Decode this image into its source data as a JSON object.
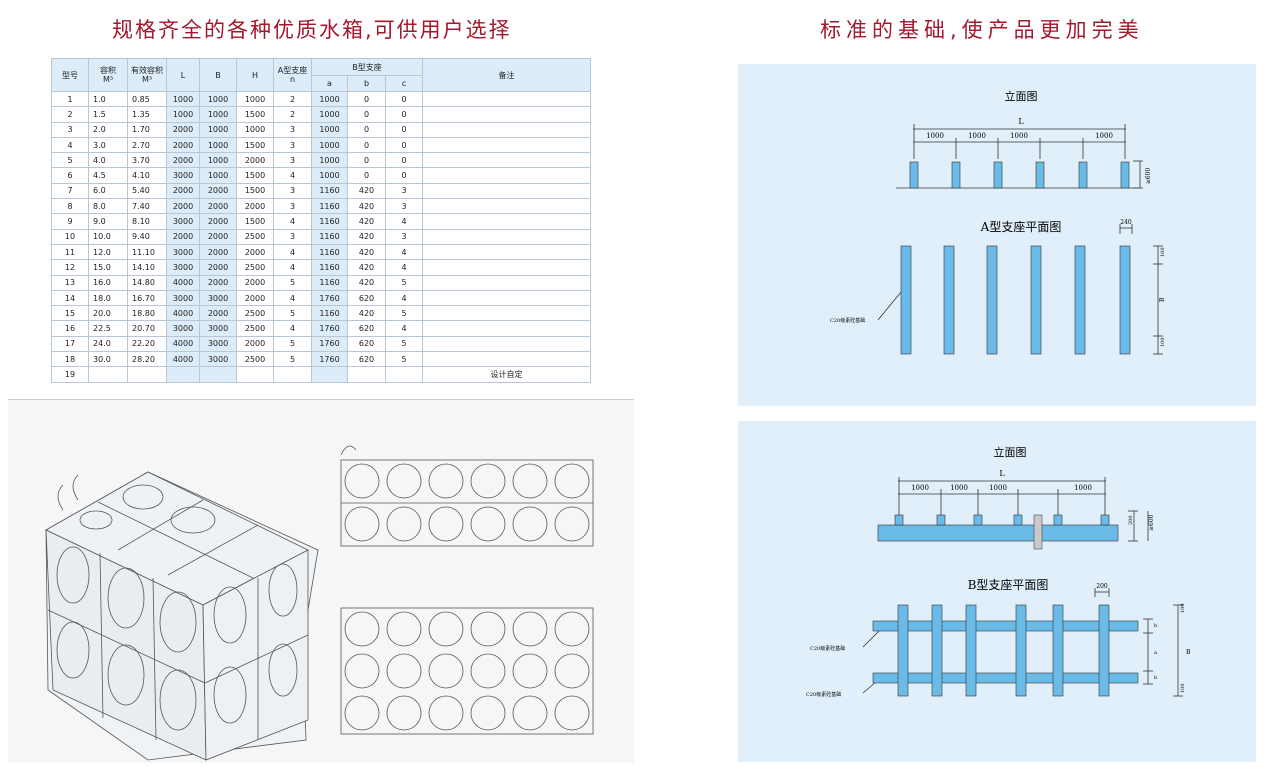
{
  "titles": {
    "left": "规格齐全的各种优质水箱,可供用户选择",
    "right": "标准的基础,使产品更加完美"
  },
  "table": {
    "headers": {
      "model": "型号",
      "volume": "容积",
      "volume_unit": "M³",
      "eff_volume": "有效容积",
      "eff_unit": "M³",
      "L": "L",
      "B": "B",
      "H": "H",
      "a_support": "A型支座",
      "a_support_sub": "n",
      "b_support": "B型支座",
      "b_a": "a",
      "b_b": "b",
      "b_c": "c",
      "remarks": "备注"
    },
    "rows": [
      [
        "1",
        "1.0",
        "0.85",
        "1000",
        "1000",
        "1000",
        "2",
        "1000",
        "0",
        "0",
        ""
      ],
      [
        "2",
        "1.5",
        "1.35",
        "1000",
        "1000",
        "1500",
        "2",
        "1000",
        "0",
        "0",
        ""
      ],
      [
        "3",
        "2.0",
        "1.70",
        "2000",
        "1000",
        "1000",
        "3",
        "1000",
        "0",
        "0",
        ""
      ],
      [
        "4",
        "3.0",
        "2.70",
        "2000",
        "1000",
        "1500",
        "3",
        "1000",
        "0",
        "0",
        ""
      ],
      [
        "5",
        "4.0",
        "3.70",
        "2000",
        "1000",
        "2000",
        "3",
        "1000",
        "0",
        "0",
        ""
      ],
      [
        "6",
        "4.5",
        "4.10",
        "3000",
        "1000",
        "1500",
        "4",
        "1000",
        "0",
        "0",
        ""
      ],
      [
        "7",
        "6.0",
        "5.40",
        "2000",
        "2000",
        "1500",
        "3",
        "1160",
        "420",
        "3",
        ""
      ],
      [
        "8",
        "8.0",
        "7.40",
        "2000",
        "2000",
        "2000",
        "3",
        "1160",
        "420",
        "3",
        ""
      ],
      [
        "9",
        "9.0",
        "8.10",
        "3000",
        "2000",
        "1500",
        "4",
        "1160",
        "420",
        "4",
        ""
      ],
      [
        "10",
        "10.0",
        "9.40",
        "2000",
        "2000",
        "2500",
        "3",
        "1160",
        "420",
        "3",
        ""
      ],
      [
        "11",
        "12.0",
        "11.10",
        "3000",
        "2000",
        "2000",
        "4",
        "1160",
        "420",
        "4",
        ""
      ],
      [
        "12",
        "15.0",
        "14.10",
        "3000",
        "2000",
        "2500",
        "4",
        "1160",
        "420",
        "4",
        ""
      ],
      [
        "13",
        "16.0",
        "14.80",
        "4000",
        "2000",
        "2000",
        "5",
        "1160",
        "420",
        "5",
        ""
      ],
      [
        "14",
        "18.0",
        "16.70",
        "3000",
        "3000",
        "2000",
        "4",
        "1760",
        "620",
        "4",
        ""
      ],
      [
        "15",
        "20.0",
        "18.80",
        "4000",
        "2000",
        "2500",
        "5",
        "1160",
        "420",
        "5",
        ""
      ],
      [
        "16",
        "22.5",
        "20.70",
        "3000",
        "3000",
        "2500",
        "4",
        "1760",
        "620",
        "4",
        ""
      ],
      [
        "17",
        "24.0",
        "22.20",
        "4000",
        "3000",
        "2000",
        "5",
        "1760",
        "620",
        "5",
        ""
      ],
      [
        "18",
        "30.0",
        "28.20",
        "4000",
        "3000",
        "2500",
        "5",
        "1760",
        "620",
        "5",
        ""
      ],
      [
        "19",
        "",
        "",
        "",
        "",
        "",
        "",
        "",
        "",
        "",
        "设计自定"
      ]
    ]
  },
  "drawing_a": {
    "elev_title": "立面图",
    "dim_total": "L",
    "dims": [
      "1000",
      "1000",
      "1000",
      "1000"
    ],
    "height": "≥600",
    "plan_title": "A型支座平面图",
    "width_dim": "240",
    "side_top": "100",
    "side_mid": "B",
    "side_bottom": "100",
    "callout": "C20级素砼基础"
  },
  "drawing_b": {
    "elev_title": "立面图",
    "dim_total": "L",
    "dims": [
      "1000",
      "1000",
      "1000",
      "1000"
    ],
    "height_small": "200",
    "height": "≥600",
    "plan_title": "B型支座平面图",
    "width_dim": "200",
    "side_top": "100",
    "side_b1": "b",
    "side_a": "a",
    "side_b2": "b",
    "side_bottom": "100",
    "side_B": "B",
    "callout_top": "C20级素砼基础",
    "callout_bottom": "C20级素砼基础"
  },
  "colors": {
    "title_red": "#a3182c",
    "panel_bg": "#e1effb",
    "column_blue": "#6bbbe8",
    "table_highlight": "#dcecf8"
  }
}
